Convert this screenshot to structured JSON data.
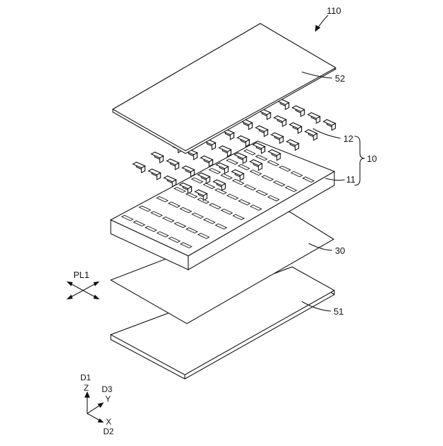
{
  "figure": {
    "assembly_ref": "110",
    "parts": {
      "top_sheet": "52",
      "light_guide_set": "10",
      "lens_elements": "12",
      "frame": "11",
      "film": "30",
      "bottom_sheet": "51"
    },
    "polarization_label": "PL1",
    "axes": {
      "d1": "D1",
      "z": "Z",
      "d3": "D3",
      "y": "Y",
      "x": "X",
      "d2": "D2"
    }
  }
}
